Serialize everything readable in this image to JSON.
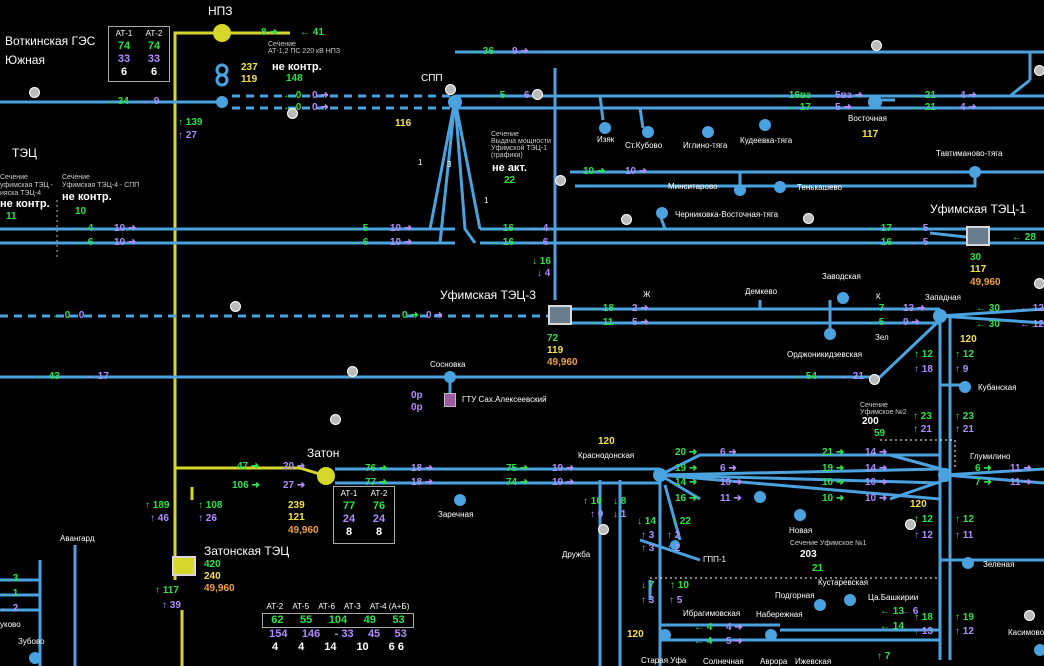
{
  "stations": {
    "npz": "НПЗ",
    "votkinsk": "Воткинская ГЭС",
    "yuzhnaya": "Южная",
    "tec_left": "ТЭЦ",
    "spp": "СПП",
    "vostochnaya": "Восточная",
    "izyak": "Изяк",
    "st_kubovo": "Ст.Кубово",
    "iglino": "Иглино-тяга",
    "kudeevka": "Кудеевка-тяга",
    "tavtimanovo": "Тавтиманово-тяга",
    "minsitarovo": "Минситарово",
    "tenkashevo": "Тенькашево",
    "chernikovka": "Черниковка-Восточная-тяга",
    "ufa_tec1": "Уфимская ТЭЦ-1",
    "ufa_tec3": "Уфимская ТЭЦ-3",
    "demkovo": "Демкево",
    "zavodskaya": "Заводская",
    "zapadnaya": "Западная",
    "ordzhon": "Орджоникидзевская",
    "zel": "Зел",
    "k": "К",
    "zh": "Ж",
    "sosnovka": "Сосновка",
    "gtu": "ГТУ Сах.Алексеевский",
    "kubanskaya": "Кубанская",
    "zaton": "Затон",
    "zatonskaya": "Затонская ТЭЦ",
    "krasnodonskaya": "Краснодонская",
    "zarechnaya": "Заречная",
    "glumilino": "Глумилино",
    "novaya": "Новая",
    "druzhba": "Дружба",
    "gpp1": "ГПП-1",
    "zelenaya": "Зеленая",
    "avangard": "Авангард",
    "zubovo": "Зубово",
    "ukovo": "уково",
    "ibragimovskaya": "Ибрагимовская",
    "naberezhnaya": "Набережная",
    "podgornaya": "Подгорная",
    "ca_bashkirii": "Ца.Башкирии",
    "kustarevskaya": "Кустаревская",
    "staraya_ufa": "Старая Уфа",
    "solnechnaya": "Солнечная",
    "avrora": "Аврора",
    "izhevskaya": "Ижевская",
    "kasimovo": "Касимово"
  },
  "sections": {
    "npz_title": "Сечение",
    "npz_sub": "АТ-1,2 ПС 220 кВ НПЗ",
    "npz_state": "не контр.",
    "npz_flow": "148",
    "spp_title": "Сечение",
    "spp_sub1": "Выдача мощности",
    "spp_sub2": "Уфимской ТЭЦ-1",
    "spp_sub3": "(графики)",
    "spp_state": "не акт.",
    "spp_flow": "22",
    "left_title": "Сечение",
    "left_sub1": "уфимская ТЭЦ -",
    "left_sub2": "ияска ТЭЦ-4",
    "left_state": "не контр.",
    "left_flow": "11",
    "mid_title": "Сечение",
    "mid_sub": "Уфимская ТЭЦ-4 - СПП",
    "mid_state": "не контр.",
    "mid_flow": "10",
    "uf2_title": "Сечение",
    "uf2_sub": "Уфимское №2",
    "uf2_val": "200",
    "uf2_flow": "59",
    "uf1_title": "Сечение Уфимское №1",
    "uf1_val": "203",
    "uf1_flow": "21"
  },
  "boxes": {
    "votkinsk": {
      "h": [
        "АТ-1",
        "АТ-2"
      ],
      "r1": [
        "74",
        "74"
      ],
      "r2": [
        "33",
        "33"
      ],
      "r3": [
        "6",
        "6"
      ]
    },
    "zaton": {
      "h": [
        "АТ-1",
        "АТ-2"
      ],
      "r1": [
        "77",
        "76"
      ],
      "r2": [
        "24",
        "24"
      ],
      "r3": [
        "8",
        "8"
      ]
    },
    "bottom": {
      "h": [
        "АТ-2",
        "АТ-5",
        "АТ-6",
        "АТ-3",
        "АТ-4 (А+Б)"
      ],
      "r1": [
        "62",
        "55",
        "104",
        "49",
        "53"
      ],
      "r2": [
        "154",
        "146",
        "- 33",
        "45",
        "53"
      ],
      "r3": [
        "4",
        "4",
        "14",
        "10",
        "6 6"
      ]
    }
  },
  "gen": {
    "npz": [
      "237",
      "119"
    ],
    "spp": "116",
    "vostochnaya": "117",
    "tec1": [
      "30",
      "117",
      "49,960"
    ],
    "tec3": [
      "72",
      "119",
      "49,960"
    ],
    "zapadnaya": "120",
    "zaton": [
      "239",
      "121",
      "49,960"
    ],
    "zatonskaya": [
      "420",
      "240",
      "49,960"
    ],
    "krasnodon": "120",
    "glum": "120",
    "bot_left": "120",
    "gtu": [
      "0р",
      "0р"
    ]
  },
  "flows": {
    "f1": "8",
    "f2": "41",
    "f3": "34",
    "f4": "9",
    "f5": "0",
    "f6": "0",
    "f7": "0",
    "f8": "0",
    "f9": "139",
    "f10": "27",
    "f11": "36",
    "f12": "9",
    "f13": "5",
    "f14": "6",
    "f15": "16вз",
    "f16": "5вз",
    "f17": "17",
    "f18": "5",
    "f19": "21",
    "f20": "4",
    "f21": "21",
    "f22": "4",
    "f23": "10",
    "f24": "10",
    "f25": "4",
    "f26": "10",
    "f27": "5",
    "f28": "10",
    "f29": "6",
    "f30": "10",
    "f31": "6",
    "f32": "10",
    "f33": "16",
    "f34": "4",
    "f35": "16",
    "f36": "6",
    "f37": "17",
    "f38": "5",
    "f39": "16",
    "f40": "5",
    "f41": "28",
    "f42": "16",
    "f43": "4",
    "f44": "0",
    "f45": "0",
    "f46": "0",
    "f47": "0",
    "f48": "18",
    "f49": "2",
    "f50": "11",
    "f51": "5",
    "f52": "7",
    "f53": "13",
    "f54": "5",
    "f55": "9",
    "f56": "30",
    "f57": "12",
    "f58": "30",
    "f59": "12",
    "f60": "43",
    "f61": "17",
    "f62": "54",
    "f63": "21",
    "f64": "12",
    "f65": "12",
    "f66": "18",
    "f67": "9",
    "f68": "23",
    "f69": "23",
    "f70": "21",
    "f71": "21",
    "f72": "47",
    "f73": "20",
    "f74": "106",
    "f75": "27",
    "f76": "76",
    "f77": "18",
    "f78": "77",
    "f79": "18",
    "f80": "75",
    "f81": "19",
    "f82": "74",
    "f83": "19",
    "f84": "20",
    "f85": "6",
    "f86": "19",
    "f87": "6",
    "f88": "14",
    "f89": "10",
    "f90": "16",
    "f91": "11",
    "f92": "21",
    "f93": "14",
    "f94": "19",
    "f95": "14",
    "f96": "10",
    "f97": "10",
    "f98": "10",
    "f99": "10",
    "f100": "6",
    "f101": "11",
    "f102": "7",
    "f103": "11",
    "f104": "10",
    "f105": "8",
    "f106": "0",
    "f107": "1",
    "f108": "14",
    "f109": "22",
    "f110": "3",
    "f111": "2",
    "f112": "3",
    "f113": "2",
    "f114": "7",
    "f115": "10",
    "f116": "3",
    "f117": "5",
    "f118": "4",
    "f119": "4",
    "f120": "4",
    "f121": "5",
    "f122": "13",
    "f123": "6",
    "f124": "14",
    "f125": "7",
    "f126": "12",
    "f127": "12",
    "f128": "12",
    "f129": "11",
    "f130": "18",
    "f131": "19",
    "f132": "13",
    "f133": "12",
    "f134": "189",
    "f135": "46",
    "f136": "108",
    "f137": "26",
    "f138": "117",
    "f139": "39",
    "f140": "3",
    "f141": "1",
    "f142": "2",
    "f143": "3",
    "f144": "1",
    "f145": "1"
  },
  "colors": {
    "line": "#4aa3df",
    "yellow_line": "#d7d72a",
    "active": "#2ee04a",
    "reactive": "#b08cff"
  }
}
